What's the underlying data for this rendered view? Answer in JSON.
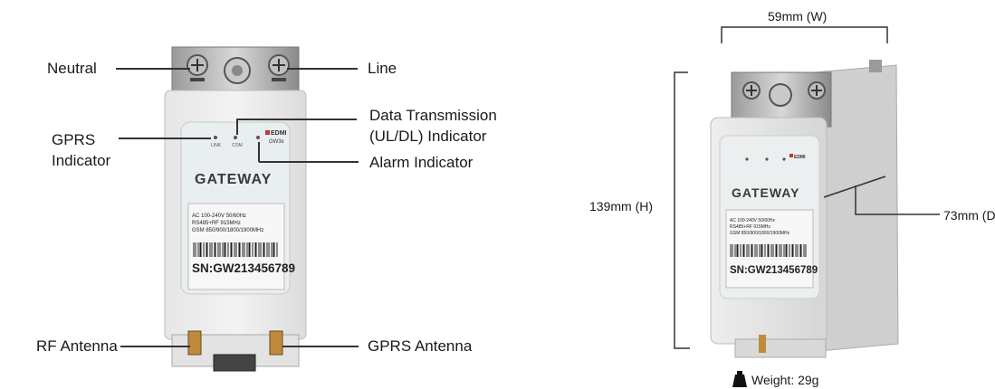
{
  "front": {
    "callouts": {
      "neutral": "Neutral",
      "line": "Line",
      "data_tx_1": "Data Transmission",
      "data_tx_2": "(UL/DL) Indicator",
      "gprs_ind_1": "GPRS",
      "gprs_ind_2": "Indicator",
      "alarm": "Alarm Indicator",
      "rf_antenna": "RF Antenna",
      "gprs_antenna": "GPRS Antenna"
    },
    "label_gateway": "GATEWAY",
    "brand": "EDMI",
    "spec_1": "AC 100-240V     50/60Hz",
    "spec_2": "RS485+RF 915MHz",
    "spec_3": "GSM 850/900/1800/1900MHz",
    "serial": "SN:GW213456789"
  },
  "side": {
    "width": "59mm (W)",
    "height": "139mm (H)",
    "depth": "73mm (D)",
    "weight": "Weight: 29g",
    "label_gateway": "GATEWAY",
    "serial": "SN:GW213456789"
  }
}
